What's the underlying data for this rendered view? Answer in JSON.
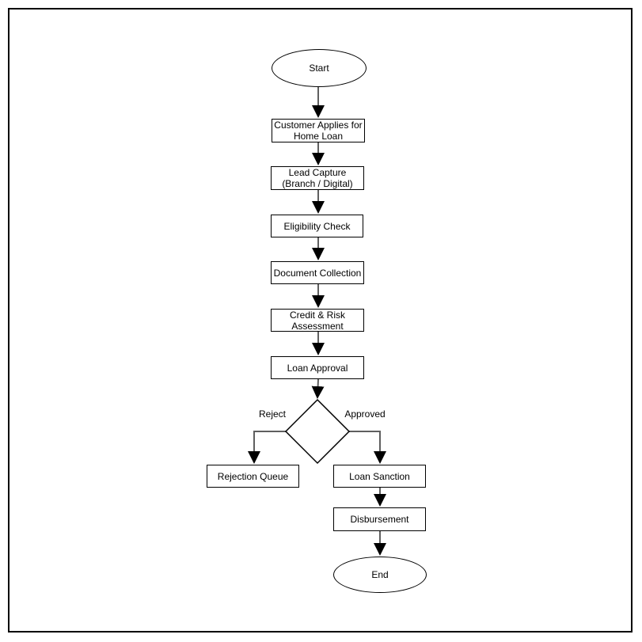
{
  "nodes": {
    "start": {
      "label": "Start"
    },
    "customer_applies": {
      "label": "Customer Applies for\nHome Loan"
    },
    "lead_capture": {
      "label": "Lead Capture\n(Branch / Digital)"
    },
    "eligibility_check": {
      "label": "Eligibility Check"
    },
    "document_collection": {
      "label": "Document Collection"
    },
    "credit_risk": {
      "label": "Credit & Risk\nAssessment"
    },
    "loan_approval": {
      "label": "Loan Approval"
    },
    "rejection_queue": {
      "label": "Rejection Queue"
    },
    "loan_sanction": {
      "label": "Loan Sanction"
    },
    "disbursement": {
      "label": "Disbursement"
    },
    "end": {
      "label": "End"
    }
  },
  "edge_labels": {
    "reject": "Reject",
    "approved": "Approved"
  },
  "colors": {
    "shape_stroke": "#000000",
    "shape_fill": "#ffffff",
    "connector": "#5f5f5f",
    "arrowhead": "#000000",
    "background": "#ffffff",
    "border": "#000000"
  }
}
